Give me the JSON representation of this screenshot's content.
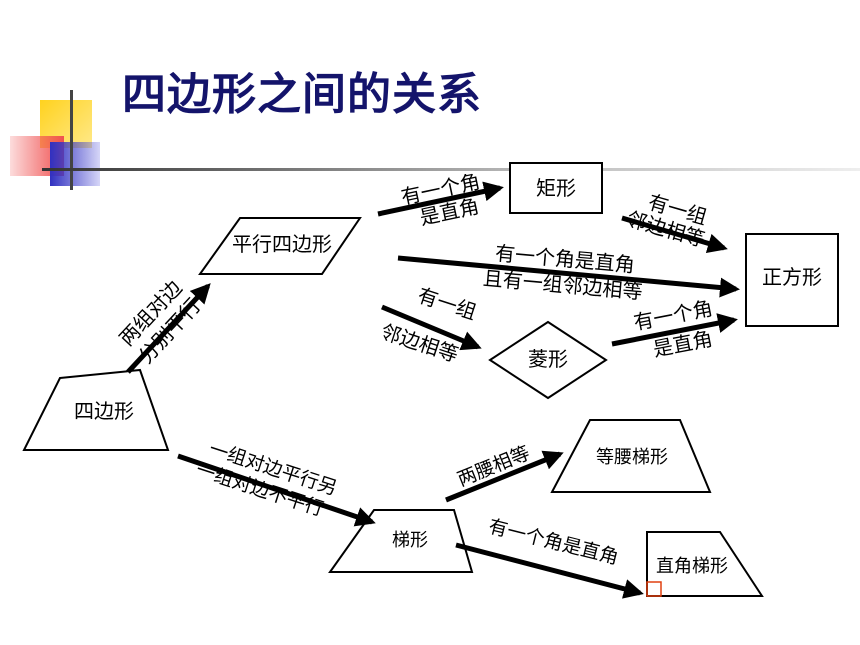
{
  "title": "四边形之间的关系",
  "shapes": {
    "quadrilateral": "四边形",
    "parallelogram": "平行四边形",
    "rectangle": "矩形",
    "rhombus": "菱形",
    "square": "正方形",
    "trapezoid": "梯形",
    "isosceles_trapezoid": "等腰梯形",
    "right_trapezoid": "直角梯形"
  },
  "conditions": {
    "quad_to_parallelogram": [
      "两组对边",
      "分别平行"
    ],
    "parallelogram_to_rectangle": [
      "有一个角",
      "是直角"
    ],
    "parallelogram_to_square": [
      "有一个角是直角",
      "且有一组邻边相等"
    ],
    "parallelogram_to_rhombus": [
      "有一组",
      "邻边相等"
    ],
    "rectangle_to_square": [
      "有一组",
      "邻边相等"
    ],
    "rhombus_to_square": [
      "有一个角",
      "是直角"
    ],
    "quad_to_trapezoid": [
      "一组对边平行另",
      "一组对边不平行"
    ],
    "trapezoid_to_isosceles": [
      "两腰相等"
    ],
    "trapezoid_to_right": [
      "有一个角是直角"
    ]
  },
  "colors": {
    "title": "#14146b",
    "deco_yellow": "#ffd21e",
    "deco_red": "#f05050",
    "deco_blue": "#3030c0",
    "line": "#000000",
    "right_angle_mark": "#e04010"
  }
}
